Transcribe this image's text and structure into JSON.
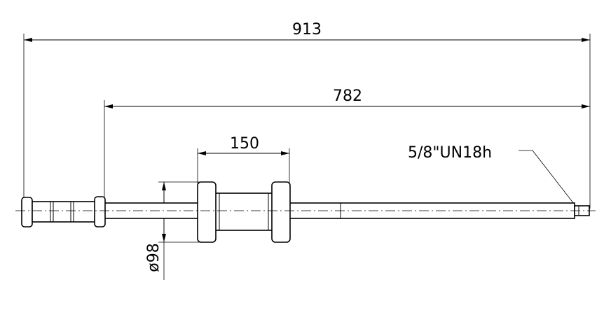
{
  "dimensions": {
    "overall_length": "913",
    "shaft_length": "782",
    "weight_length": "150",
    "weight_diameter": "ø98",
    "thread_callout": "5/8\"UN18h"
  }
}
